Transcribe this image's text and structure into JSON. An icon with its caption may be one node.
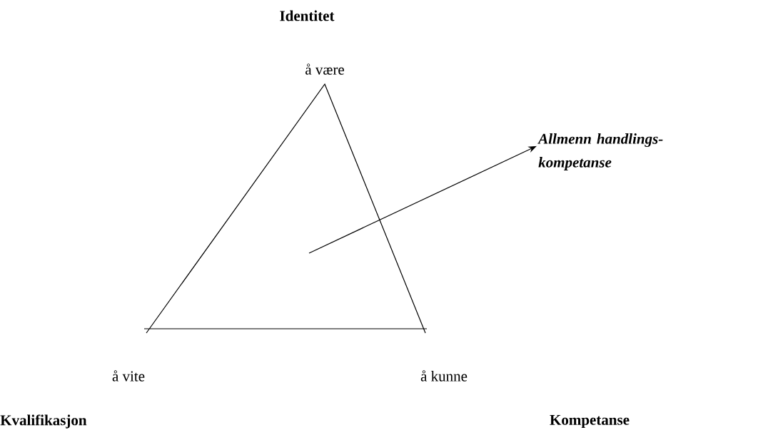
{
  "diagram": {
    "nodes": [
      {
        "text": [],
        "shape": "triangle"
      },
      {
        "text": [
          "Allmenn handlings- kompetanse"
        ]
      }
    ],
    "edges": [
      {
        "from": 0,
        "to": 1,
        "arrow": "to"
      }
    ],
    "labels": [
      "Identitet",
      "å være",
      "å vite",
      "å kunne",
      "Kvalifikasjon",
      "Kompetanse"
    ]
  }
}
